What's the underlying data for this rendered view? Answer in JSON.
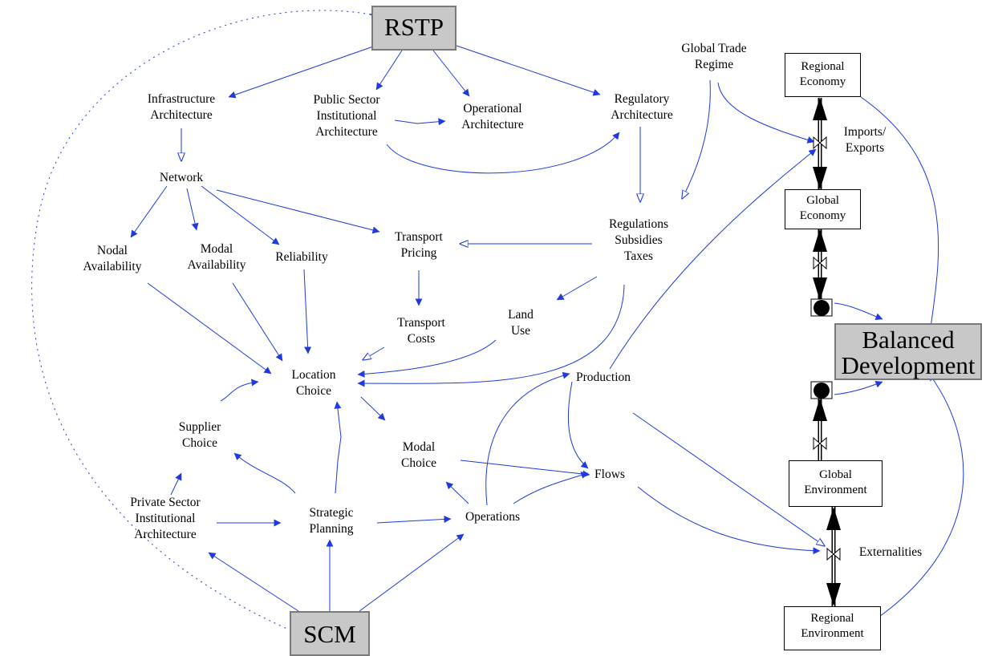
{
  "diagram": {
    "stocks": {
      "rstp": "RSTP",
      "scm": "SCM",
      "balanced_development": "Balanced\nDevelopment"
    },
    "boxes": {
      "regional_economy": "Regional\nEconomy",
      "global_economy": "Global\nEconomy",
      "global_environment": "Global\nEnvironment",
      "regional_environment": "Regional\nEnvironment"
    },
    "labels": {
      "infrastructure_architecture": "Infrastructure\nArchitecture",
      "public_sector_institutional_architecture": "Public Sector\nInstitutional\nArchitecture",
      "operational_architecture": "Operational\nArchitecture",
      "regulatory_architecture": "Regulatory\nArchitecture",
      "global_trade_regime": "Global Trade\nRegime",
      "imports_exports": "Imports/\nExports",
      "network": "Network",
      "nodal_availability": "Nodal\nAvailability",
      "modal_availability": "Modal\nAvailability",
      "reliability": "Reliability",
      "transport_pricing": "Transport\nPricing",
      "regulations_subsidies_taxes": "Regulations\nSubsidies\nTaxes",
      "transport_costs": "Transport\nCosts",
      "land_use": "Land\nUse",
      "location_choice": "Location\nChoice",
      "supplier_choice": "Supplier\nChoice",
      "modal_choice": "Modal\nChoice",
      "production": "Production",
      "flows": "Flows",
      "private_sector_institutional_architecture": "Private Sector\nInstitutional\nArchitecture",
      "strategic_planning": "Strategic\nPlanning",
      "operations": "Operations",
      "externalities": "Externalities"
    },
    "colors": {
      "link": "#1f3be0",
      "arrowhead": "#1f3be0",
      "flow": "#000000",
      "stock_fill": "#c8c8c8",
      "stock_border": "#7a7a7a"
    }
  }
}
